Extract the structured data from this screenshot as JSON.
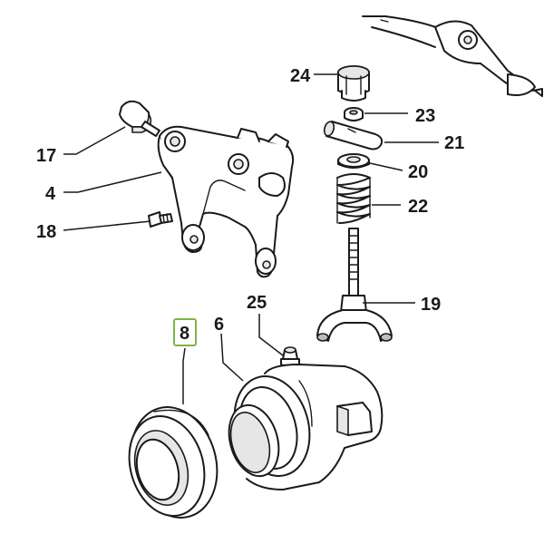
{
  "diagram": {
    "callouts": [
      "24",
      "23",
      "21",
      "20",
      "22",
      "17",
      "4",
      "18",
      "19",
      "25",
      "6",
      "8"
    ],
    "highlighted_callout": "8",
    "highlight_color": "#7ab648"
  }
}
